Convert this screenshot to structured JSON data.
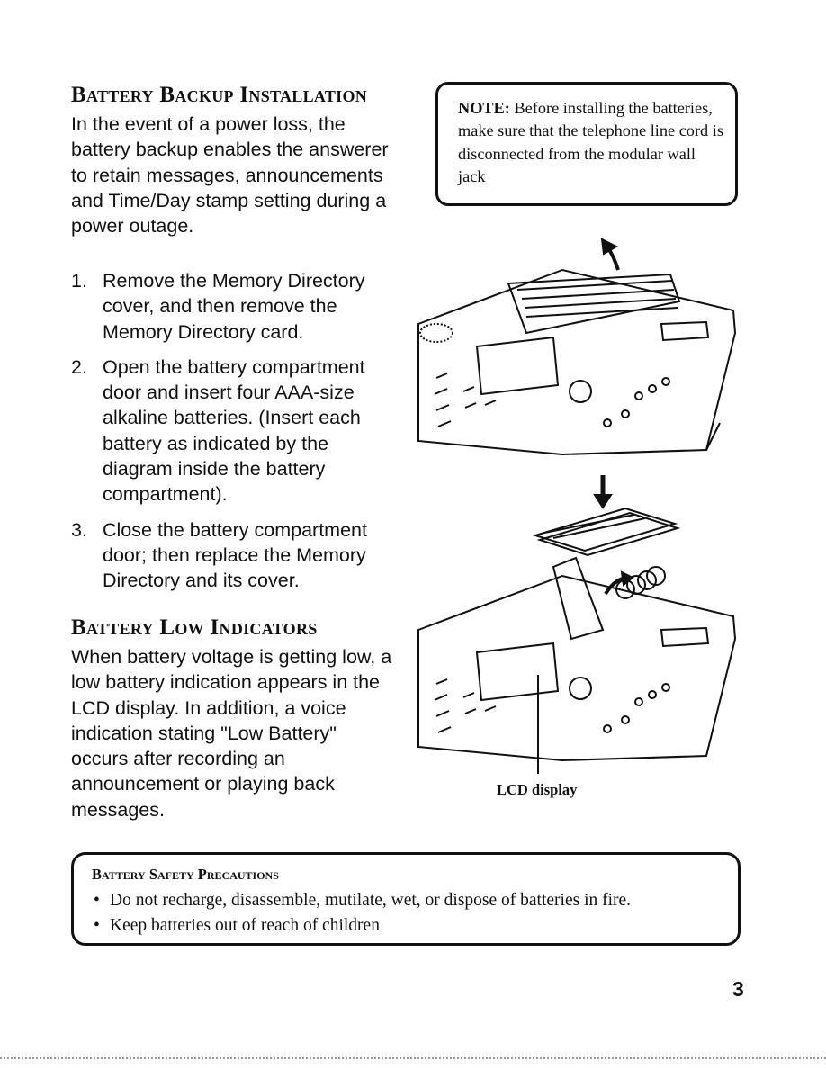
{
  "install": {
    "title": "Battery Backup Installation",
    "intro": "In the event of a power loss, the battery backup enables the answerer to retain messages, announcements and Time/Day stamp setting during a power outage.",
    "steps": [
      {
        "num": "1.",
        "text": "Remove the Memory Directory cover, and then remove the Memory Directory card."
      },
      {
        "num": "2.",
        "text": "Open the battery compartment door and insert four AAA-size alkaline batteries. (Insert each battery as indicated by the diagram inside the battery compartment)."
      },
      {
        "num": "3.",
        "text": "Close the battery compartment door; then replace the Memory Directory and its cover."
      }
    ]
  },
  "low": {
    "title": "Battery Low Indicators",
    "text": "When battery voltage is getting low, a low battery indication appears in the LCD display. In addition, a voice indication stating \"Low Battery\" occurs after recording an announcement or playing back messages."
  },
  "note": {
    "label": "NOTE:",
    "text": "Before installing the batteries, make sure that the telephone line cord is disconnected from the modular wall jack"
  },
  "illustration": {
    "lcd_label": "LCD display"
  },
  "safety": {
    "title": "Battery Safety Precautions",
    "items": [
      "Do not recharge, disassemble, mutilate, wet, or dispose of batteries in fire.",
      "Keep batteries out of reach of children"
    ]
  },
  "page_number": "3"
}
